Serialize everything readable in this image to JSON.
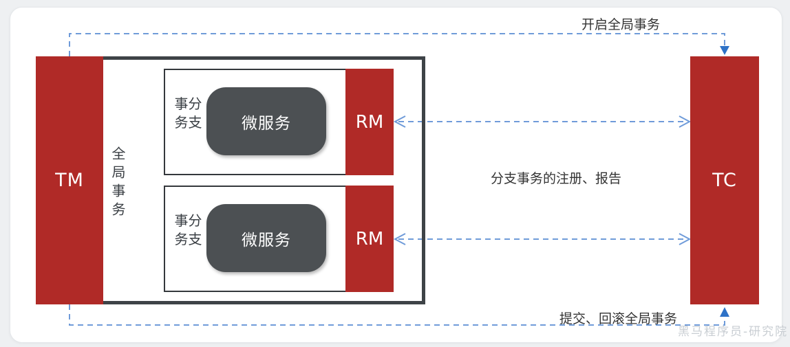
{
  "colors": {
    "page_bg": "#eef0f2",
    "card_bg": "#ffffff",
    "card_border": "#e4e7ea",
    "block_red": "#b02a27",
    "service_gray": "#4c5053",
    "outer_border": "#3e4347",
    "inner_border": "#34383c",
    "dash_blue": "#6f9bd9",
    "arrow_blue": "#2e72c7",
    "label_text": "#333333",
    "vertical_text": "#3a3f44",
    "watermark": "#c9ced3"
  },
  "nodes": {
    "tm": {
      "label": "TM"
    },
    "tc": {
      "label": "TC"
    },
    "global_tx": {
      "label": "全局事务"
    },
    "branches": [
      {
        "branch_label": "分支事务",
        "service_label": "微服务",
        "rm_label": "RM"
      },
      {
        "branch_label": "分支事务",
        "service_label": "微服务",
        "rm_label": "RM"
      }
    ]
  },
  "edges": {
    "open_global": {
      "label": "开启全局事务"
    },
    "register_report": {
      "label": "分支事务的注册、报告"
    },
    "commit_rollback": {
      "label": "提交、回滚全局事务"
    }
  },
  "watermark": {
    "text": "黑马程序员-研究院"
  }
}
